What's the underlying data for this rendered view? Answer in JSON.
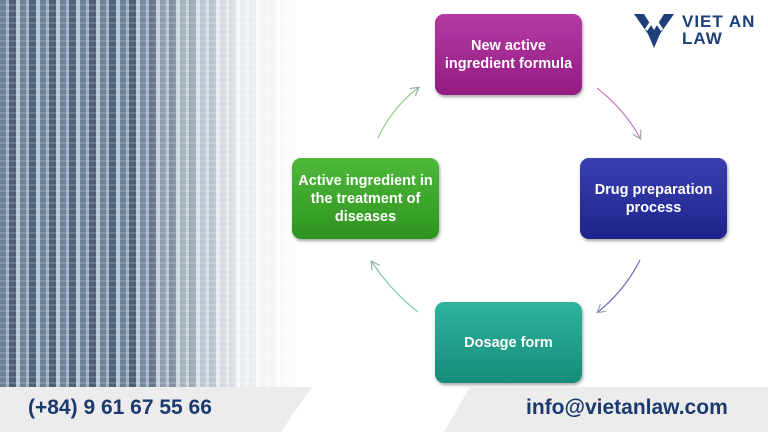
{
  "logo": {
    "line1": "VIET AN",
    "line2": "LAW"
  },
  "cycle": [
    {
      "label": "New active ingredient formula",
      "color": "#a0268f"
    },
    {
      "label": "Drug preparation process",
      "color": "#2a2f9a"
    },
    {
      "label": "Dosage form",
      "color": "#1f9e8a"
    },
    {
      "label": "Active ingredient in the treatment of diseases",
      "color": "#3aa02a"
    }
  ],
  "footer": {
    "phone": "(+84) 9 61 67 55 66",
    "email": "info@vietanlaw.com"
  }
}
